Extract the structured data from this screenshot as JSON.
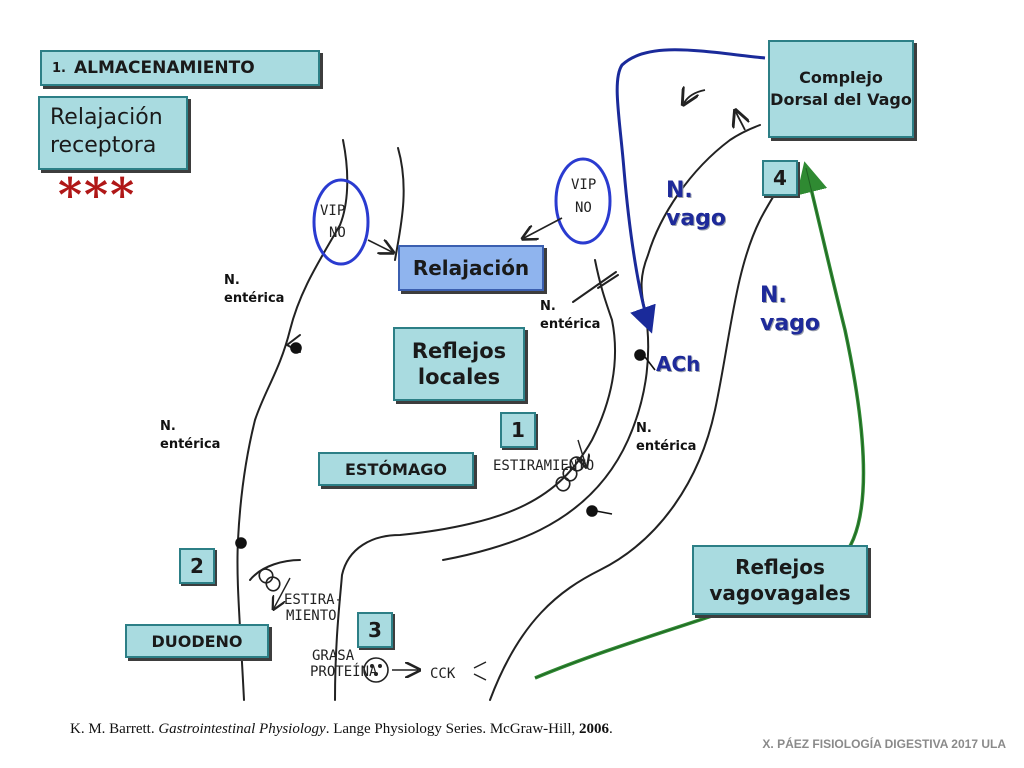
{
  "header": {
    "section_number": "1.",
    "section_title": "ALMACENAMIENTO",
    "subtitle": "Relajación receptora",
    "stars": "***"
  },
  "boxes": {
    "complejo": "Complejo Dorsal del Vago",
    "relajacion": "Relajación",
    "reflejos_locales": "Reflejos locales",
    "estomago": "ESTÓMAGO",
    "duodeno": "DUODENO",
    "reflejos_vagovagales": "Reflejos vagovagales"
  },
  "numbers": [
    "1",
    "2",
    "3",
    "4"
  ],
  "labels": {
    "n_enterica": "N. entérica",
    "n_vago": "N. vago",
    "ach": "ACh"
  },
  "handwritten": {
    "vip": "VIP",
    "no": "NO",
    "estiramiento": "ESTIRAMIENTO",
    "estira": "ESTIRA-",
    "miento": "MIENTO",
    "grasa": "GRASA",
    "proteina": "PROTEÍNA",
    "cck": "CCK"
  },
  "footer": {
    "citation_author": "K. M. Barrett.",
    "citation_title": "Gastrointestinal Physiology",
    "citation_rest": ". Lange Physiology Series. McGraw-Hill,",
    "citation_year": "2006",
    "citation_end": ".",
    "credit": "X. PÁEZ   FISIOLOGÍA DIGESTIVA 2017  ULA"
  },
  "colors": {
    "box_fill": "#a9dbe0",
    "relax_fill": "#8fb4ee",
    "vagus_efferent": "#1a2a9a",
    "vagus_afferent": "#2f8a32",
    "stars": "#b01717"
  }
}
